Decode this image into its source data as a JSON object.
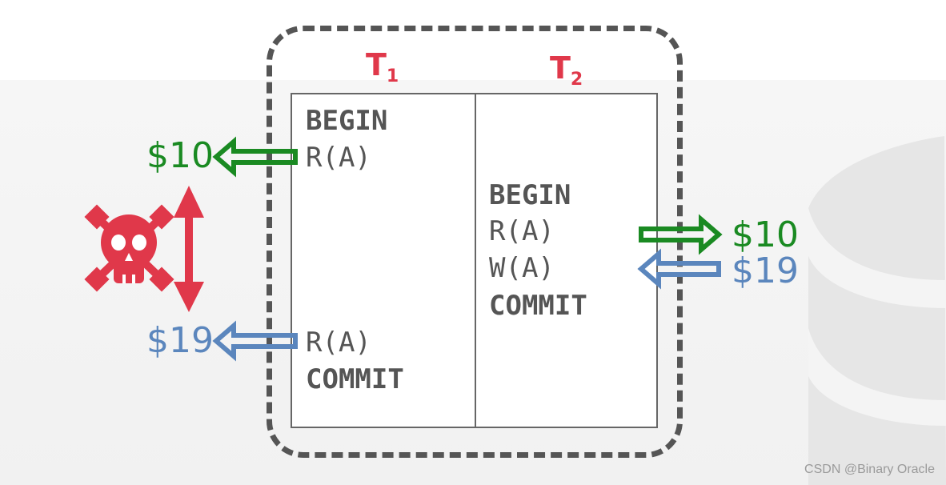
{
  "transactions": {
    "t1": {
      "letter": "T",
      "subscript": "1"
    },
    "t2": {
      "letter": "T",
      "subscript": "2"
    }
  },
  "t1_ops": [
    "BEGIN",
    "R(A)",
    "R(A)",
    "COMMIT"
  ],
  "t2_ops": [
    "BEGIN",
    "R(A)",
    "W(A)",
    "COMMIT"
  ],
  "values": {
    "t1_first_read": "$10",
    "t1_second_read": "$19",
    "t2_read": "$10",
    "t2_write": "$19"
  },
  "colors": {
    "read_arrow": "#1a8a22",
    "write_arrow": "#5b86bd",
    "conflict": "#e0384a",
    "text": "#555555",
    "frame": "#555555"
  },
  "icons": [
    "skull-crossbones-icon",
    "double-arrow-icon",
    "database-icon"
  ],
  "credit": "CSDN @Binary Oracle"
}
